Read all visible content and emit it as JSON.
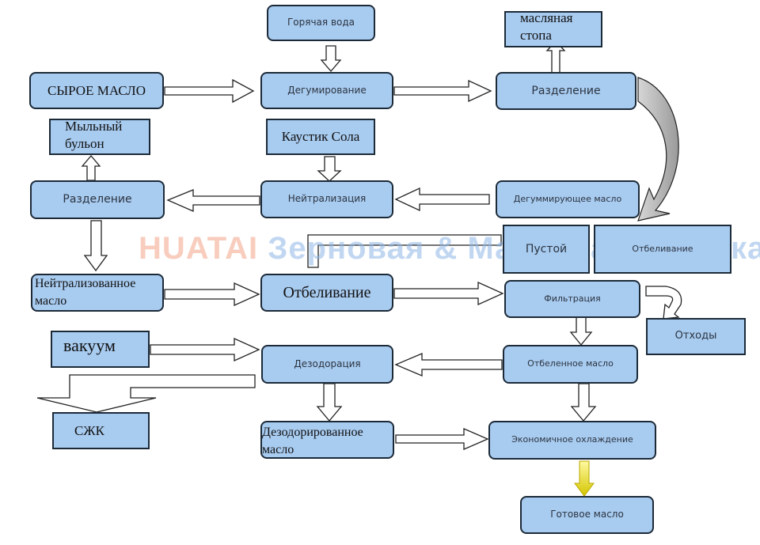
{
  "watermark": {
    "brand": "HUATAI",
    "tagline": "Зерновая & Масленая техника"
  },
  "nodes": {
    "hot_water": "Горячая вода",
    "oil_foot": "масляная\nстопа",
    "crude_oil": "СЫРОЕ МАСЛО",
    "degumming": "Дегумирование",
    "separation_top": "Разделение",
    "soapstock": "Мыльный\nбульон",
    "caustic_soda": "Каустик Сола",
    "separation_left": "Разделение",
    "neutralization": "Нейтрализация",
    "degummed_oil": "Дегуммирующее масло",
    "empty": "Пустой",
    "bleaching_small": "Отбеливание",
    "neutralized_oil": "Нейтрализованное\nмасло",
    "bleaching": "Отбеливание",
    "filtration": "Фильтрация",
    "waste": "Отходы",
    "vacuum": "вакуум",
    "deodorization": "Дезодорация",
    "bleached_oil": "Отбеленное масло",
    "ffa": "СЖК",
    "deodorized_oil": "Дезодорированное\nмасло",
    "economic_cooling": "Экономичное охлаждение",
    "finished_oil": "Готовое масло"
  },
  "colors": {
    "box_fill": "#a8cbf0",
    "box_stroke": "#1c2a38",
    "arrow_highlight": "#e2e000"
  }
}
